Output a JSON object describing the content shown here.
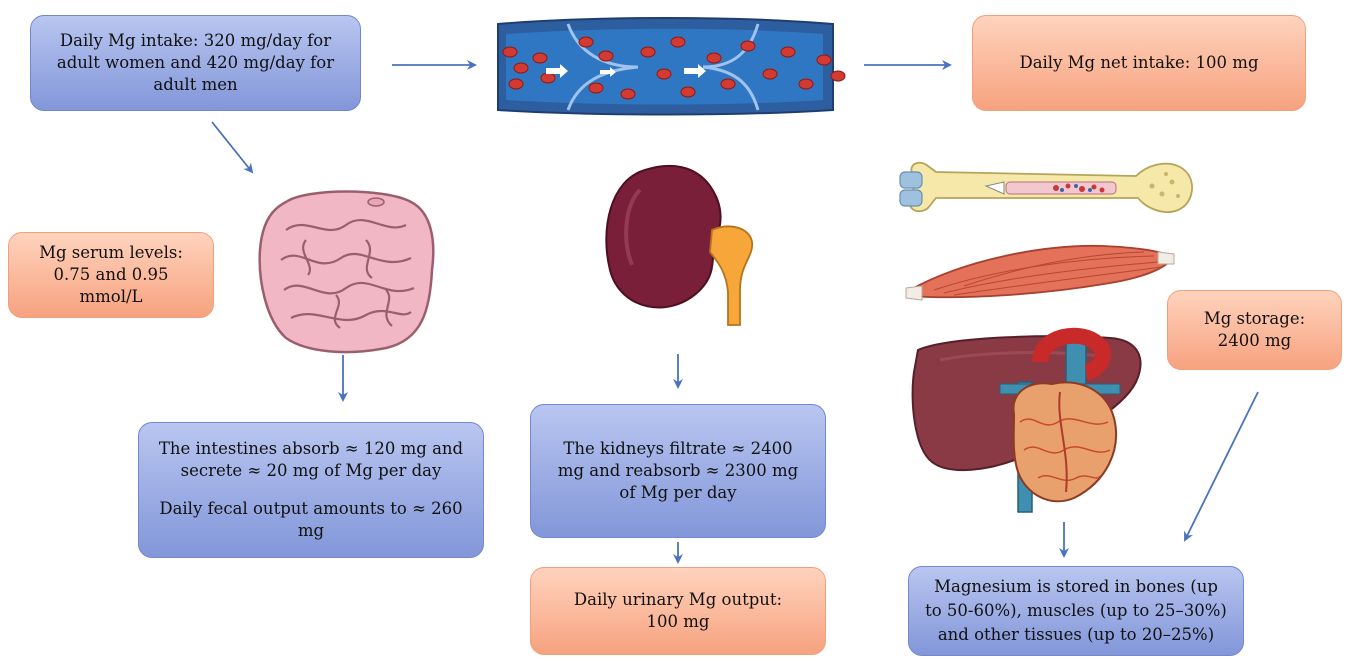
{
  "boxes": {
    "intake": "Daily Mg intake: 320 mg/day for adult women and 420 mg/day for adult men",
    "net_intake": "Daily Mg net intake: 100 mg",
    "serum": "Mg serum levels: 0.75 and 0.95 mmol/L",
    "storage": "Mg storage: 2400 mg",
    "intestines_absorb": "The intestines absorb ≈ 120 mg and secrete ≈ 20 mg of Mg per day",
    "fecal_output": "Daily fecal output amounts to ≈ 260 mg",
    "kidneys": "The kidneys filtrate ≈ 2400 mg and reabsorb ≈ 2300 mg of Mg per day",
    "urinary_output": "Daily urinary Mg output: 100 mg",
    "stored_tissues": "Magnesium is stored in bones (up to 50-60%), muscles (up to 25–30%) and other tissues (up to 20–25%)"
  },
  "colors": {
    "blue_box": "#8ea0df",
    "orange_box": "#f8b597",
    "arrow": "#4a72c0"
  },
  "illustrations": [
    "blood-vessel-icon",
    "intestine-icon",
    "kidney-icon",
    "bone-icon",
    "muscle-icon",
    "liver-icon",
    "heart-icon"
  ]
}
